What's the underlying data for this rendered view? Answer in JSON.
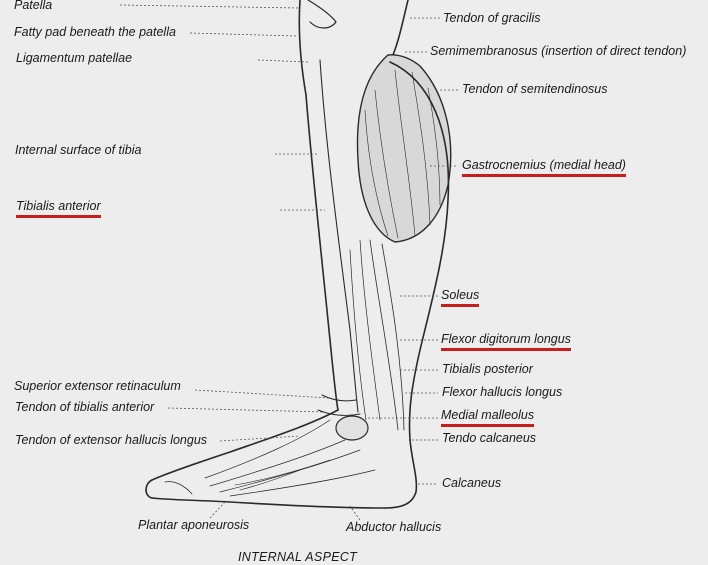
{
  "diagram": {
    "caption": "INTERNAL ASPECT",
    "highlight_color": "#c81e1e",
    "left_labels": {
      "patella": "Patella",
      "fatty_pad": "Fatty pad beneath the patella",
      "ligamentum_patellae": "Ligamentum patellae",
      "internal_surface_tibia": "Internal surface of tibia",
      "tibialis_anterior": "Tibialis anterior",
      "superior_extensor_retinaculum": "Superior extensor retinaculum",
      "tendon_tibialis_anterior": "Tendon of tibialis anterior",
      "tendon_extensor_hallucis_longus": "Tendon of extensor hallucis longus"
    },
    "right_labels": {
      "tendon_gracilis": "Tendon of gracilis",
      "semimembranosus": "Semimembranosus (insertion of direct tendon)",
      "tendon_semitendinosus": "Tendon of semitendinosus",
      "gastrocnemius": "Gastrocnemius (medial head)",
      "soleus": "Soleus",
      "flexor_digitorum_longus": "Flexor digitorum longus",
      "tibialis_posterior": "Tibialis posterior",
      "flexor_hallucis_longus": "Flexor hallucis longus",
      "medial_malleolus": "Medial malleolus",
      "tendo_calcaneus": "Tendo calcaneus",
      "calcaneus": "Calcaneus"
    },
    "bottom_labels": {
      "plantar_aponeurosis": "Plantar aponeurosis",
      "abductor_hallucis": "Abductor hallucis"
    }
  }
}
